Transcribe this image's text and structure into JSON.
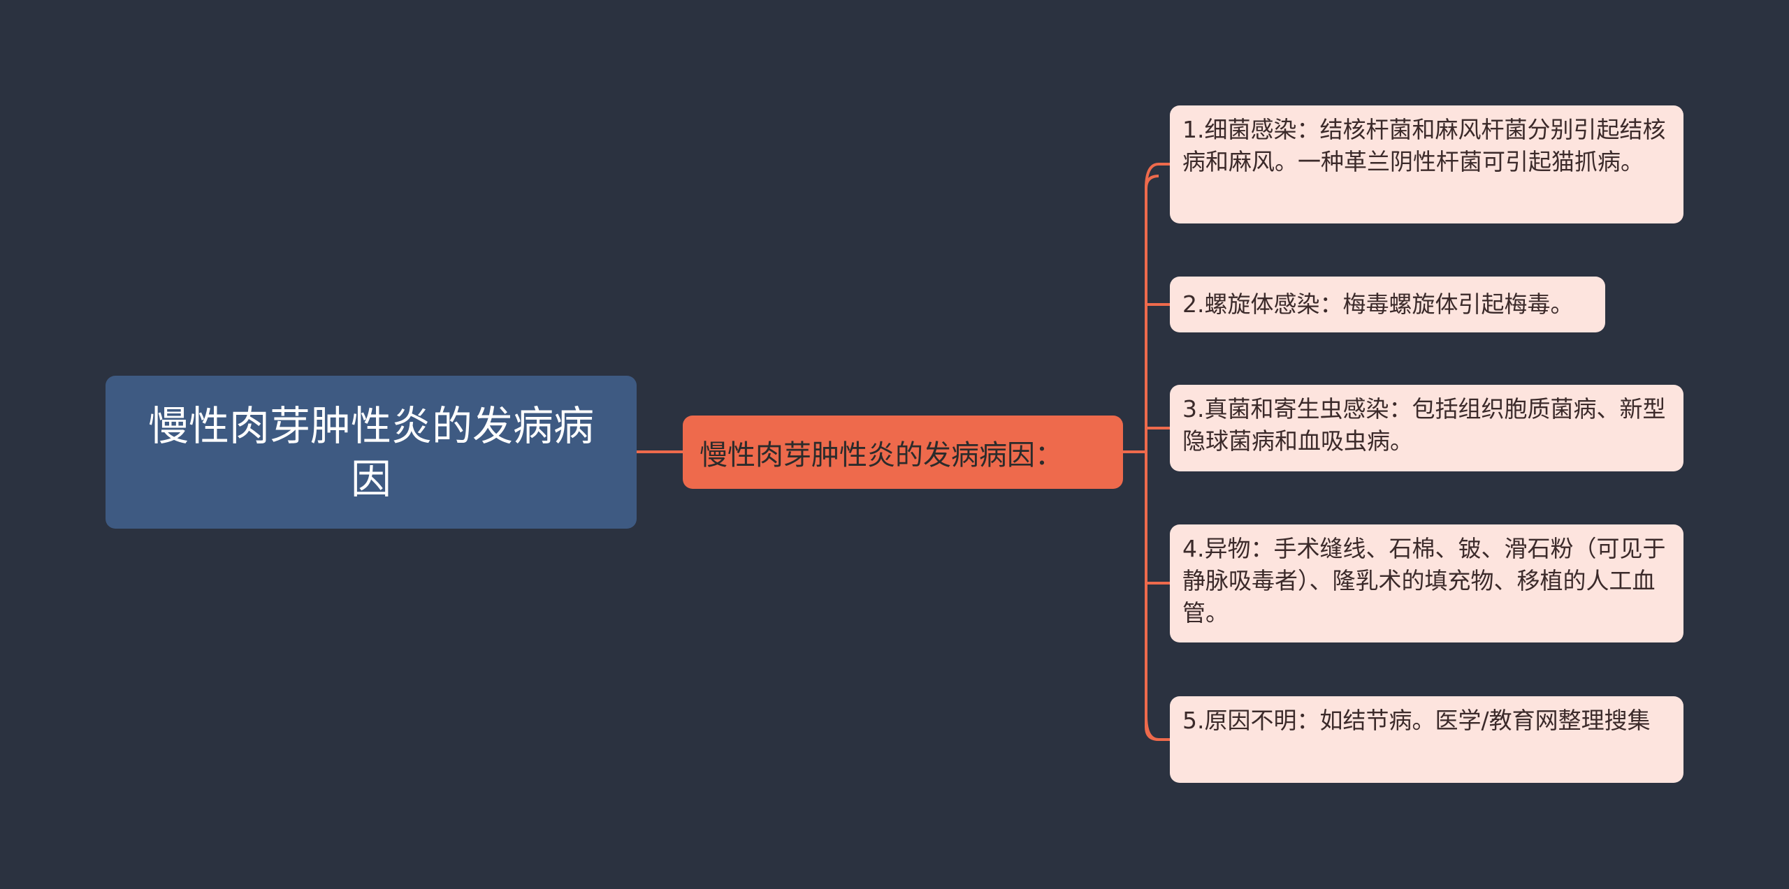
{
  "mindmap": {
    "root": {
      "label": "慢性肉芽肿性炎的发病病因"
    },
    "branch": {
      "label": "慢性肉芽肿性炎的发病病因："
    },
    "leaves": [
      {
        "label": "1.细菌感染：结核杆菌和麻风杆菌分别引起结核病和麻风。一种革兰阴性杆菌可引起猫抓病。"
      },
      {
        "label": "2.螺旋体感染：梅毒螺旋体引起梅毒。"
      },
      {
        "label": "3.真菌和寄生虫感染：包括组织胞质菌病、新型隐球菌病和血吸虫病。"
      },
      {
        "label": "4.异物：手术缝线、石棉、铍、滑石粉（可见于静脉吸毒者）、隆乳术的填充物、移植的人工血管。"
      },
      {
        "label": "5.原因不明：如结节病。医学/教育网整理搜集"
      }
    ]
  },
  "colors": {
    "background": "#2b3240",
    "root_fill": "#3e5a82",
    "branch_fill": "#ee6a4c",
    "leaf_fill": "#fde4de",
    "connector": "#ee6a4c"
  }
}
